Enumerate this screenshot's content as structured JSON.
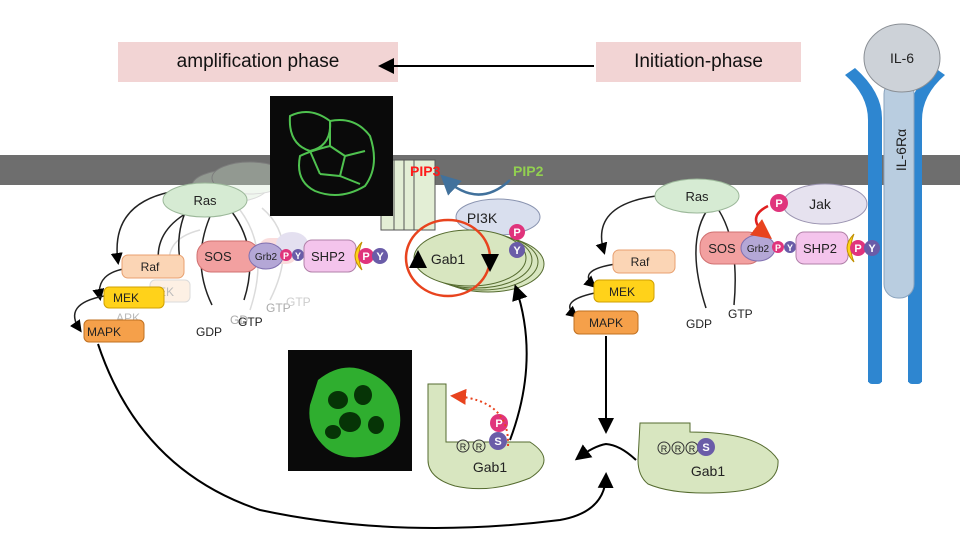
{
  "phases": {
    "amplification": "amplification phase",
    "initiation": "Initiation-phase"
  },
  "membrane": {
    "pip3": "PIP3",
    "pip2": "PIP2"
  },
  "receptor": {
    "il6": "IL-6",
    "il6ra": "IL-6Rα"
  },
  "left": {
    "ras": "Ras",
    "raf": "Raf",
    "mek": "MEK",
    "mapk": "MAPK",
    "ghost_mek": "MEK",
    "ghost_mapk": "APK",
    "sos": "SOS",
    "grb2": "Grb2",
    "p": "P",
    "y": "Y",
    "shp2": "SHP2",
    "shp2_p": "P",
    "shp2_y": "Y",
    "gdp": "GDP",
    "gtp": "GTP",
    "ghost_gdp": "GD",
    "ghost_gtp": "GTP",
    "ghost_gtp2": "GTP",
    "pi3k": "PI3K",
    "gab1": "Gab1",
    "gab1_p": "P",
    "gab1_y": "Y"
  },
  "right": {
    "ras": "Ras",
    "raf": "Raf",
    "mek": "MEK",
    "mapk": "MAPK",
    "sos": "SOS",
    "grb2": "Grb2",
    "p": "P",
    "y": "Y",
    "shp2": "SHP2",
    "shp2_p": "P",
    "shp2_y": "Y",
    "jak": "Jak",
    "jak_p": "P",
    "gdp": "GDP",
    "gtp": "GTP"
  },
  "bottom": {
    "gab1_left": "Gab1",
    "gab1_right": "Gab1",
    "r": "R",
    "s": "S",
    "p": "P"
  },
  "colors": {
    "membrane": "#6e6e6e",
    "phase_box": "#f2d4d4",
    "receptor_blue": "#2e86d0",
    "receptor_light": "#b9cde0",
    "ras_green": "#d6ebd3",
    "gab1_green": "#d8e6c0",
    "raf_orange": "#fbd5b5",
    "mek_yellow": "#ffd21a",
    "mapk_orange": "#f5a04a",
    "sos_pink": "#f2a0a0",
    "grb2_purple": "#b4a7d6",
    "shp2_pink": "#f4c4ec",
    "pi3k_blue": "#d9dfee",
    "p_magenta": "#e0347c",
    "y_purple": "#6a5ca8",
    "cycle_red": "#e8431e",
    "pip3_red": "#ff1a1a",
    "pip2_green": "#92d050",
    "jak_grey": "#e6e2ef"
  }
}
